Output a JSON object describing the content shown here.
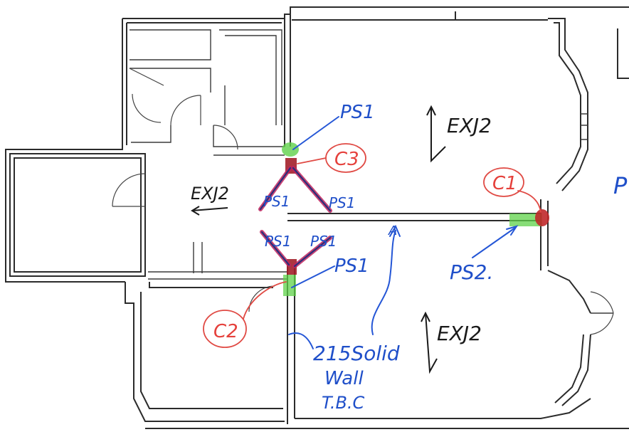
{
  "annotations": {
    "ps1_top": "PS1",
    "ps1_left_beam": "PS1",
    "ps1_right_beam": "PS1",
    "ps1_lower_left_beam": "PS1",
    "ps1_lower_right_beam": "PS1",
    "ps1_bottom": "PS1",
    "ps2": "PS2.",
    "c1": "C1",
    "c2": "C2",
    "c3": "C3",
    "exj2_top_right": "EXJ2",
    "exj2_left": "EXJ2",
    "exj2_bottom_right": "EXJ2",
    "wall_note_line1": "215Solid",
    "wall_note_line2": "Wall",
    "wall_note_line3": "T.B.C",
    "arrow_label": "A",
    "edge_label": "P"
  },
  "colors": {
    "ink_blue": "#1f4fc9",
    "ink_red": "#e5403b",
    "ink_black": "#1a1a1a",
    "highlight_green": "#5fd14a",
    "highlight_red": "#c0282a",
    "beam_pink": "#c0245e"
  }
}
